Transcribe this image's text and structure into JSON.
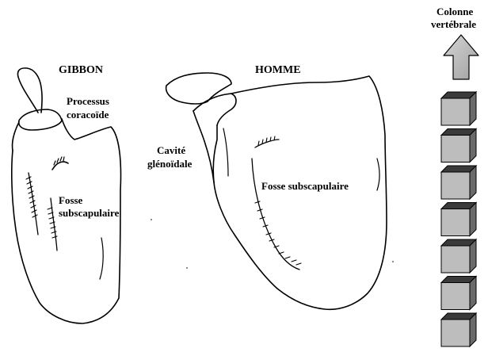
{
  "gibbon": {
    "title": "GIBBON",
    "label_process_line1": "Processus",
    "label_process_line2": "coracoïde",
    "label_fossa_line1": "Fosse",
    "label_fossa_line2": "subscapulaire"
  },
  "homme": {
    "title": "HOMME",
    "label_cavity_line1": "Cavité",
    "label_cavity_line2": "glénoïdale",
    "label_fossa": "Fosse subscapulaire"
  },
  "spine": {
    "label_line1": "Colonne",
    "label_line2": "vertébrale",
    "vertebra_count": 7,
    "arrow_direction": "up"
  }
}
